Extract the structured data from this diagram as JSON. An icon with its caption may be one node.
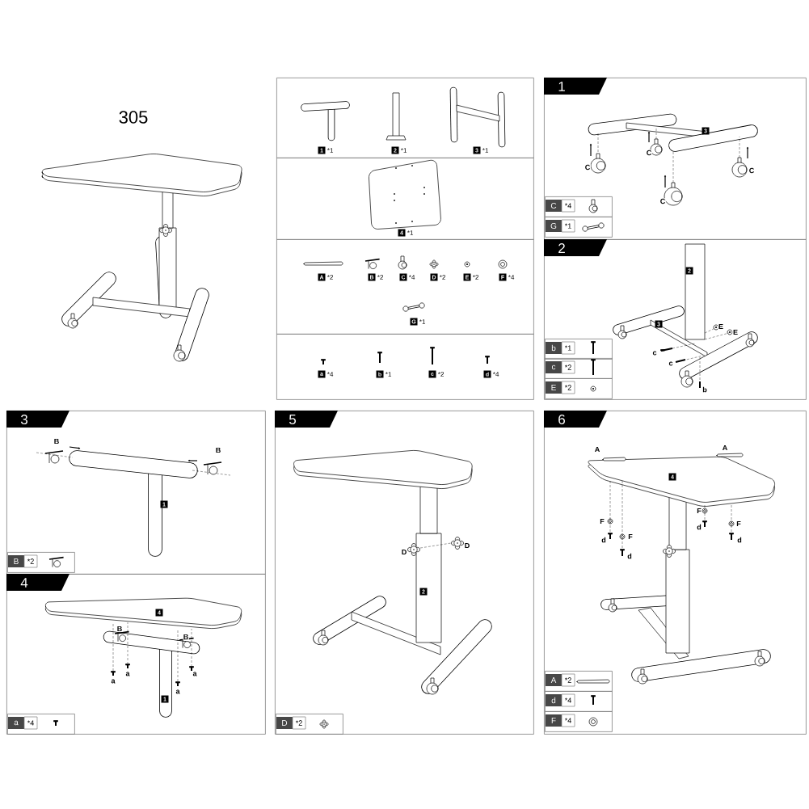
{
  "diagram": {
    "title": "305",
    "nodes": [
      {
        "text": [
          "1",
          "*1",
          "2",
          "*1",
          "3",
          "*1"
        ]
      },
      {
        "text": [
          "4",
          "*1"
        ]
      },
      {
        "text": [
          "A",
          "*2",
          "B",
          "*2",
          "C",
          "*4",
          "D",
          "*2",
          "E",
          "*2",
          "F",
          "*4",
          "G",
          "*1"
        ]
      },
      {
        "text": [
          "a",
          "*4",
          "b",
          "*1",
          "c",
          "*2",
          "d",
          "*4"
        ]
      },
      {
        "text": [
          "1"
        ]
      },
      {
        "text": [
          "C",
          "*4"
        ],
        "in": 4
      },
      {
        "text": [
          "G",
          "*1"
        ],
        "in": 4
      },
      {
        "text": [
          "2"
        ]
      },
      {
        "text": [
          "b",
          "*1"
        ],
        "in": 7
      },
      {
        "text": [
          "c",
          "*2"
        ],
        "in": 7
      },
      {
        "text": [
          "E",
          "*2"
        ],
        "in": 7
      },
      {
        "text": [
          "3"
        ]
      },
      {
        "text": [
          "B",
          "*2"
        ],
        "in": 11
      },
      {
        "text": [
          "4"
        ]
      },
      {
        "text": [
          "a",
          "*4"
        ],
        "in": 13
      },
      {
        "text": [
          "5"
        ]
      },
      {
        "text": [
          "D",
          "*2"
        ],
        "in": 15
      },
      {
        "text": [
          "6"
        ]
      },
      {
        "text": [
          "A",
          "*2"
        ],
        "in": 17
      },
      {
        "text": [
          "d",
          "*4"
        ],
        "in": 17
      },
      {
        "text": [
          "F",
          "*4"
        ],
        "in": 17
      }
    ],
    "labels": [
      "3",
      "C",
      "C",
      "C",
      "C",
      "2",
      "3",
      "E",
      "E",
      "c",
      "c",
      "b",
      "B",
      "B",
      "1",
      "4",
      "B",
      "B",
      "a",
      "a",
      "a",
      "a",
      "1",
      "D",
      "D",
      "2",
      "A",
      "A",
      "4",
      "F",
      "F",
      "F",
      "d",
      "F",
      "d",
      "d",
      "d"
    ]
  }
}
